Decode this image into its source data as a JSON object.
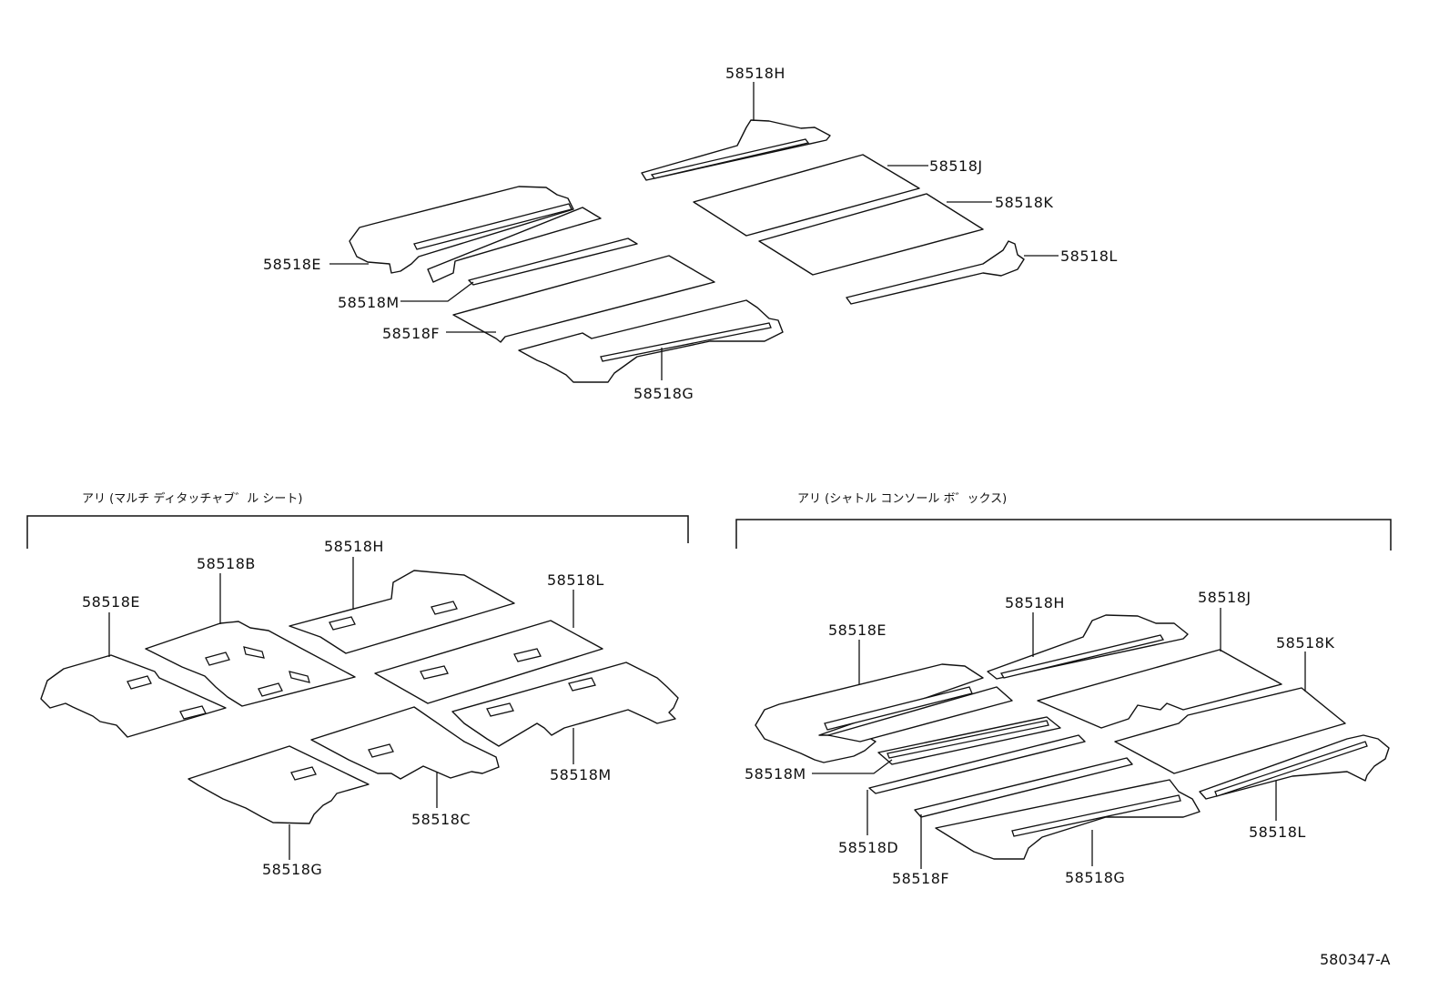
{
  "labels": {
    "top": {
      "h": "58518H",
      "j": "58518J",
      "k": "58518K",
      "l": "58518L",
      "e": "58518E",
      "m": "58518M",
      "f": "58518F",
      "g": "58518G"
    },
    "left": {
      "heading": "アリ (マルチ ディタッチャブ゛ル シート)",
      "h": "58518H",
      "b": "58518B",
      "e": "58518E",
      "l": "58518L",
      "m": "58518M",
      "c": "58518C",
      "g": "58518G"
    },
    "right": {
      "heading": "アリ (シャトル コンソール ボ゛ックス)",
      "h": "58518H",
      "j": "58518J",
      "e": "58518E",
      "k": "58518K",
      "m": "58518M",
      "d": "58518D",
      "f": "58518F",
      "g": "58518G",
      "l": "58518L"
    }
  },
  "figure_code": "580347-A"
}
